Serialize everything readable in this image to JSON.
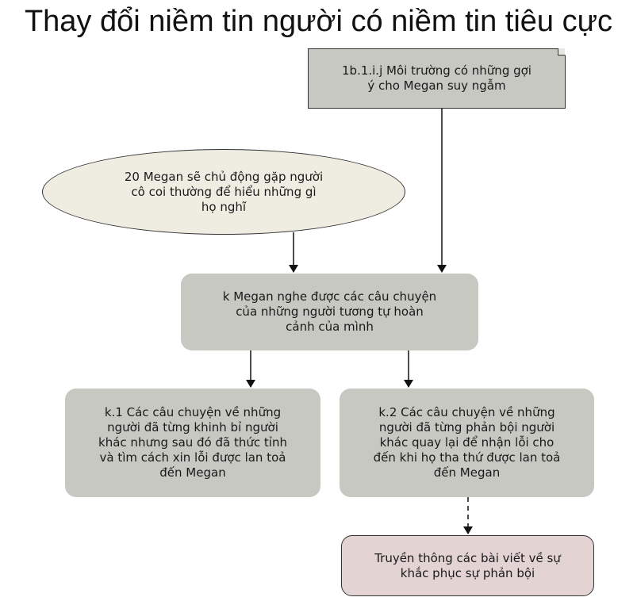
{
  "title": "Thay đổi niềm tin người có niềm tin tiêu cực",
  "nodes": {
    "note": [
      "1b.1.i.j Môi trường có những gợi",
      "ý cho Megan suy ngẫm"
    ],
    "ellipse": [
      "20 Megan sẽ chủ động gặp người",
      "cô coi thường để hiểu những gì",
      "họ nghĩ"
    ],
    "k": [
      "k Megan nghe được các câu chuyện",
      "của những người tương tự hoàn",
      "cảnh của mình"
    ],
    "k1": [
      "k.1 Các câu chuyện về những",
      "người đã từng khinh bỉ người",
      "khác nhưng sau đó đã thức tỉnh",
      "và tìm cách xin lỗi được lan toả",
      "đến Megan"
    ],
    "k2": [
      "k.2 Các câu chuyện về những",
      "người đã từng phản bội người",
      "khác quay lại để nhận lỗi cho",
      "đến khi họ tha thứ được lan toả",
      "đến Megan"
    ],
    "pink": [
      "Truyền thông các bài viết về sự",
      "khắc phục sự phản bội"
    ]
  },
  "colors": {
    "gray_box": "#c7c8c1",
    "ellipse_fill": "#efede2",
    "pink_fill": "#e3d3d3",
    "line": "#111111"
  }
}
